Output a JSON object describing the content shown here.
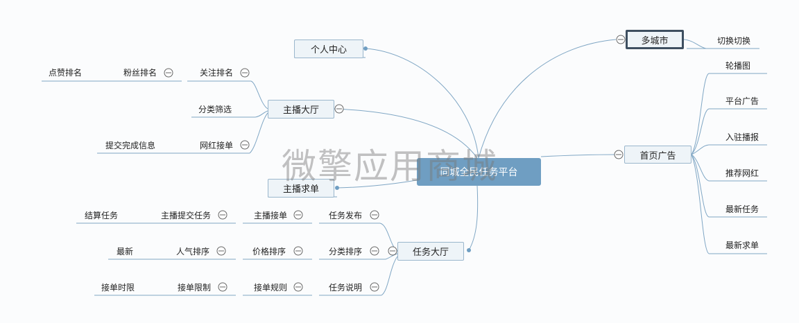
{
  "root": {
    "label": "同城全民任务平台"
  },
  "watermark": "微擎应用商城",
  "left": {
    "personal": {
      "label": "个人中心"
    },
    "anchor_hall": {
      "label": "主播大厅",
      "children": [
        {
          "label": "关注排名",
          "children": [
            "粉丝排名",
            "点赞排名"
          ]
        },
        {
          "label": "分类筛选"
        },
        {
          "label": "网红接单",
          "children": [
            "提交完成信息"
          ]
        }
      ]
    },
    "anchor_request": {
      "label": "主播求单"
    },
    "task_hall": {
      "label": "任务大厅",
      "children": [
        {
          "label": "任务发布",
          "children": [
            "主播接单",
            "主播提交任务",
            "结算任务"
          ]
        },
        {
          "label": "分类排序",
          "children": [
            "价格排序",
            "人气排序",
            "最新"
          ]
        },
        {
          "label": "任务说明",
          "children": [
            "接单规则",
            "接单限制",
            "接单时限"
          ]
        }
      ]
    }
  },
  "right": {
    "multi_city": {
      "label": "多城市",
      "children": [
        "切换切换"
      ]
    },
    "home_ads": {
      "label": "首页广告",
      "children": [
        "轮播图",
        "平台广告",
        "入驻播报",
        "推荐网红",
        "最新任务",
        "最新求单"
      ]
    }
  },
  "colors": {
    "line": "#7fa6c4",
    "root_fill": "#6f9ec2",
    "node_fill": "#eef4f8",
    "node_border": "#9ab6cc",
    "selected_border": "#3e4f60"
  }
}
